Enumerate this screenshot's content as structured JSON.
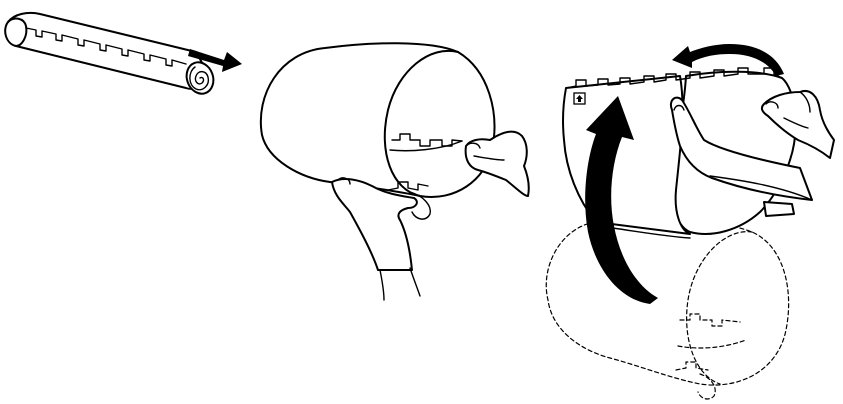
{
  "figure": {
    "steps": [
      {
        "id": "step-1",
        "arrow_icon": "arrow-right-icon"
      },
      {
        "id": "step-2",
        "arrow_icon": ""
      },
      {
        "id": "step-3",
        "arrow_icon": "curved-arrow-up-icon",
        "secondary_icon": "curved-arrow-left-icon",
        "marker_icon": "up-arrow-label-icon"
      }
    ],
    "colors": {
      "line": "#000000",
      "background": "#ffffff",
      "ghost_outline": "#000000"
    }
  }
}
